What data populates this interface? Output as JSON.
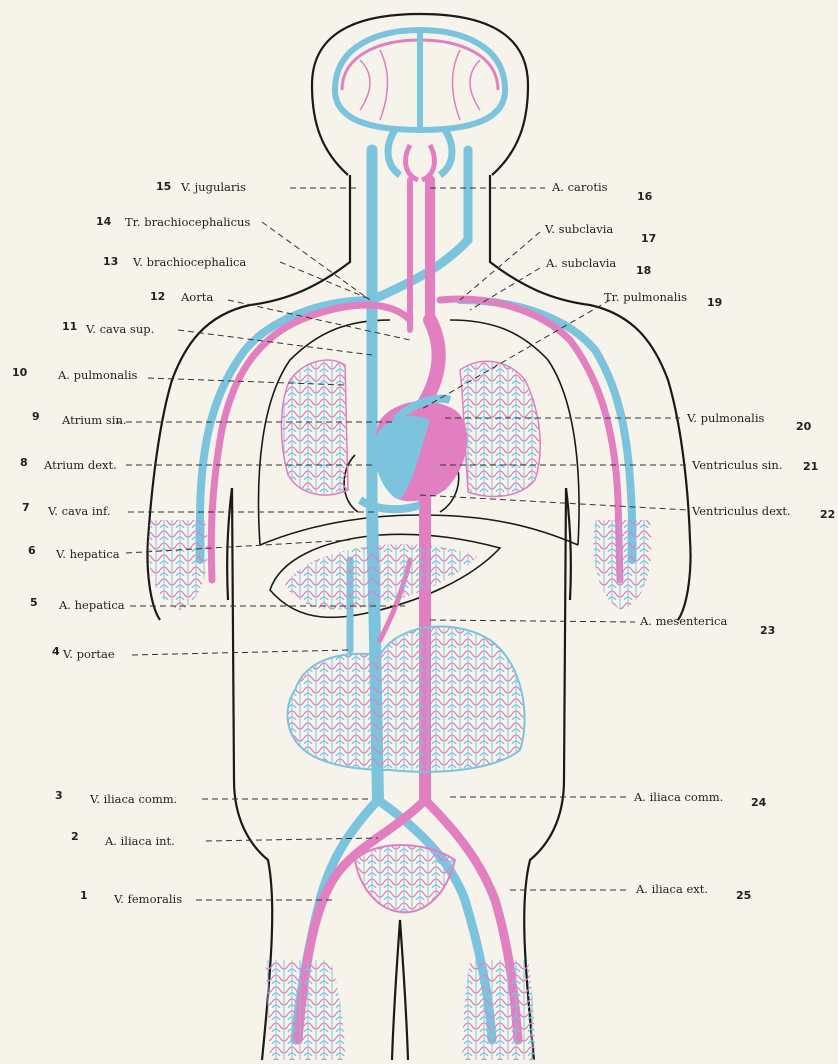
{
  "colors": {
    "vein": "#7cc3de",
    "artery": "#e27fc0",
    "outline": "#1a1a1a",
    "paper": "#f6f3ea",
    "leader": "#333333"
  },
  "labels_left": [
    {
      "num": "15",
      "text": "V. jugularis"
    },
    {
      "num": "14",
      "text": "Tr. brachiocephalicus"
    },
    {
      "num": "13",
      "text": "V. brachiocephalica"
    },
    {
      "num": "12",
      "text": "Aorta"
    },
    {
      "num": "11",
      "text": "V. cava sup."
    },
    {
      "num": "10",
      "text": "A. pulmonalis"
    },
    {
      "num": "9",
      "text": "Atrium sin."
    },
    {
      "num": "8",
      "text": "Atrium dext."
    },
    {
      "num": "7",
      "text": "V. cava inf."
    },
    {
      "num": "6",
      "text": "V. hepatica"
    },
    {
      "num": "5",
      "text": "A. hepatica"
    },
    {
      "num": "4",
      "text": "V. portae"
    },
    {
      "num": "3",
      "text": "V. iliaca comm."
    },
    {
      "num": "2",
      "text": "A. iliaca int."
    },
    {
      "num": "1",
      "text": "V. femoralis"
    }
  ],
  "labels_right": [
    {
      "num": "16",
      "text": "A. carotis"
    },
    {
      "num": "17",
      "text": "V. subclavia"
    },
    {
      "num": "18",
      "text": "A. subclavia"
    },
    {
      "num": "19",
      "text": "Tr. pulmonalis"
    },
    {
      "num": "20",
      "text": "V. pulmonalis"
    },
    {
      "num": "21",
      "text": "Ventriculus sin."
    },
    {
      "num": "22",
      "text": "Ventriculus dext."
    },
    {
      "num": "23",
      "text": "A. mesenterica"
    },
    {
      "num": "24",
      "text": "A. iliaca comm."
    },
    {
      "num": "25",
      "text": "A. iliaca ext."
    }
  ]
}
